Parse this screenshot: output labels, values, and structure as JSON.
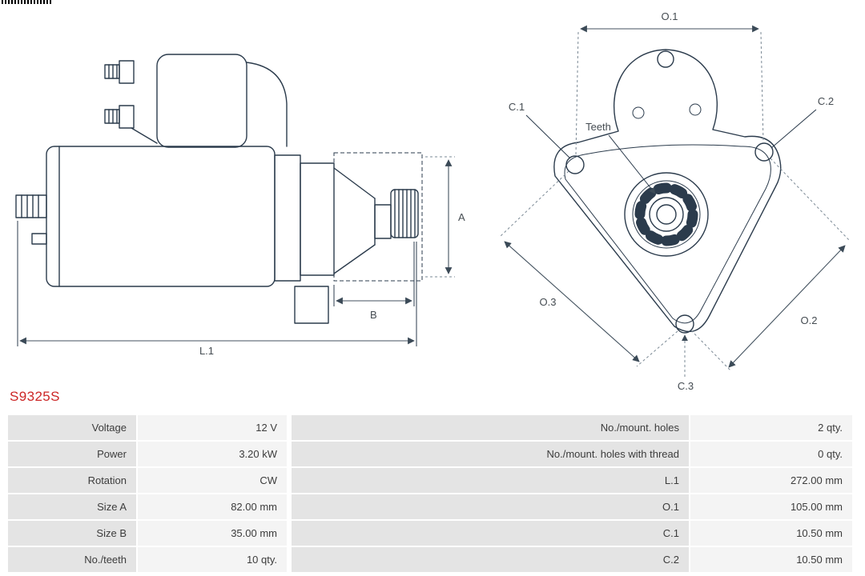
{
  "part_number": "S9325S",
  "colors": {
    "part_number_accent": "#cc2626",
    "drawing_lines": "#2b3b4c"
  },
  "drawing": {
    "side_view": {
      "dim_a": "A",
      "dim_b": "B",
      "dim_l1": "L.1"
    },
    "front_view": {
      "dim_o1": "O.1",
      "dim_o2": "O.2",
      "dim_o3": "O.3",
      "dim_c1": "C.1",
      "dim_c2": "C.2",
      "dim_c3": "C.3",
      "teeth_label": "Teeth"
    }
  },
  "specs": {
    "left": [
      {
        "label": "Voltage",
        "value": "12 V"
      },
      {
        "label": "Power",
        "value": "3.20 kW"
      },
      {
        "label": "Rotation",
        "value": "CW"
      },
      {
        "label": "Size A",
        "value": "82.00 mm"
      },
      {
        "label": "Size B",
        "value": "35.00 mm"
      },
      {
        "label": "No./teeth",
        "value": "10 qty."
      }
    ],
    "right": [
      {
        "label": "No./mount. holes",
        "value": "2 qty."
      },
      {
        "label": "No./mount. holes with thread",
        "value": "0 qty."
      },
      {
        "label": "L.1",
        "value": "272.00 mm"
      },
      {
        "label": "O.1",
        "value": "105.00 mm"
      },
      {
        "label": "C.1",
        "value": "10.50 mm"
      },
      {
        "label": "C.2",
        "value": "10.50 mm"
      }
    ]
  }
}
